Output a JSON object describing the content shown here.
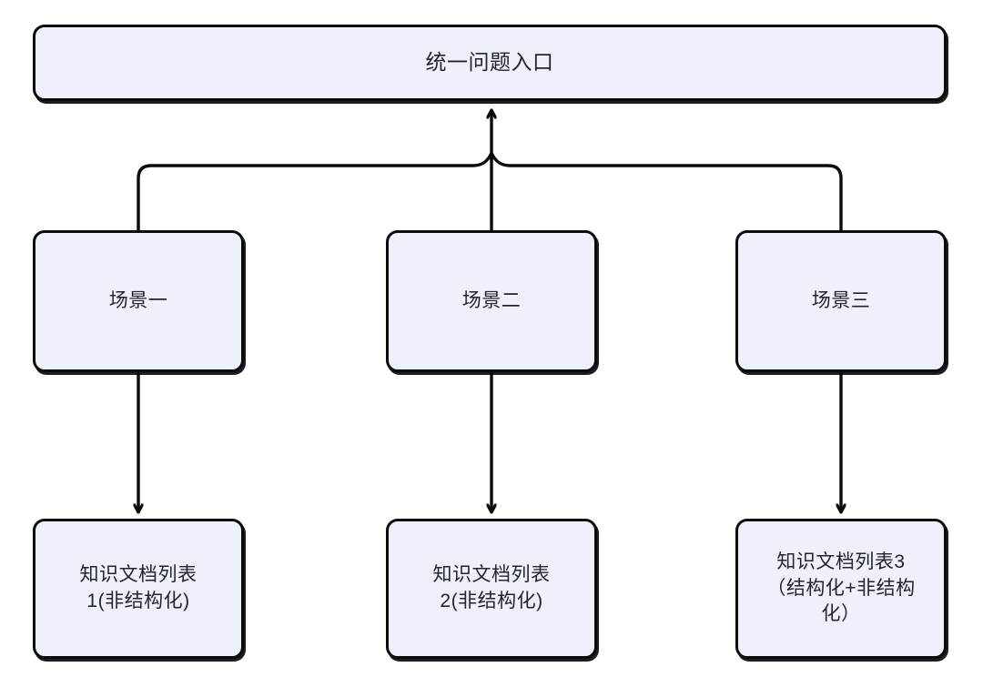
{
  "diagram": {
    "title_node": {
      "id": "entry",
      "label": "统一问题入口"
    },
    "scenes": [
      {
        "id": "scene-1",
        "label": "场景一"
      },
      {
        "id": "scene-2",
        "label": "场景二"
      },
      {
        "id": "scene-3",
        "label": "场景三"
      }
    ],
    "documents": [
      {
        "id": "doc-1",
        "label": "知识文档列表\n1(非结构化)"
      },
      {
        "id": "doc-2",
        "label": "知识文档列表\n2(非结构化)"
      },
      {
        "id": "doc-3",
        "label": "知识文档列表3\n（结构化+非结构\n化）"
      }
    ],
    "colors": {
      "node_fill": "#eef1fa",
      "node_border": "#0b0b0b",
      "edge_stroke": "#0b0b0b",
      "text": "#22252b",
      "background": "#ffffff"
    },
    "edges": [
      {
        "from": "scene-1",
        "to": "entry"
      },
      {
        "from": "scene-2",
        "to": "entry"
      },
      {
        "from": "scene-3",
        "to": "entry"
      },
      {
        "from": "scene-1",
        "to": "doc-1"
      },
      {
        "from": "scene-2",
        "to": "doc-2"
      },
      {
        "from": "scene-3",
        "to": "doc-3"
      }
    ]
  }
}
